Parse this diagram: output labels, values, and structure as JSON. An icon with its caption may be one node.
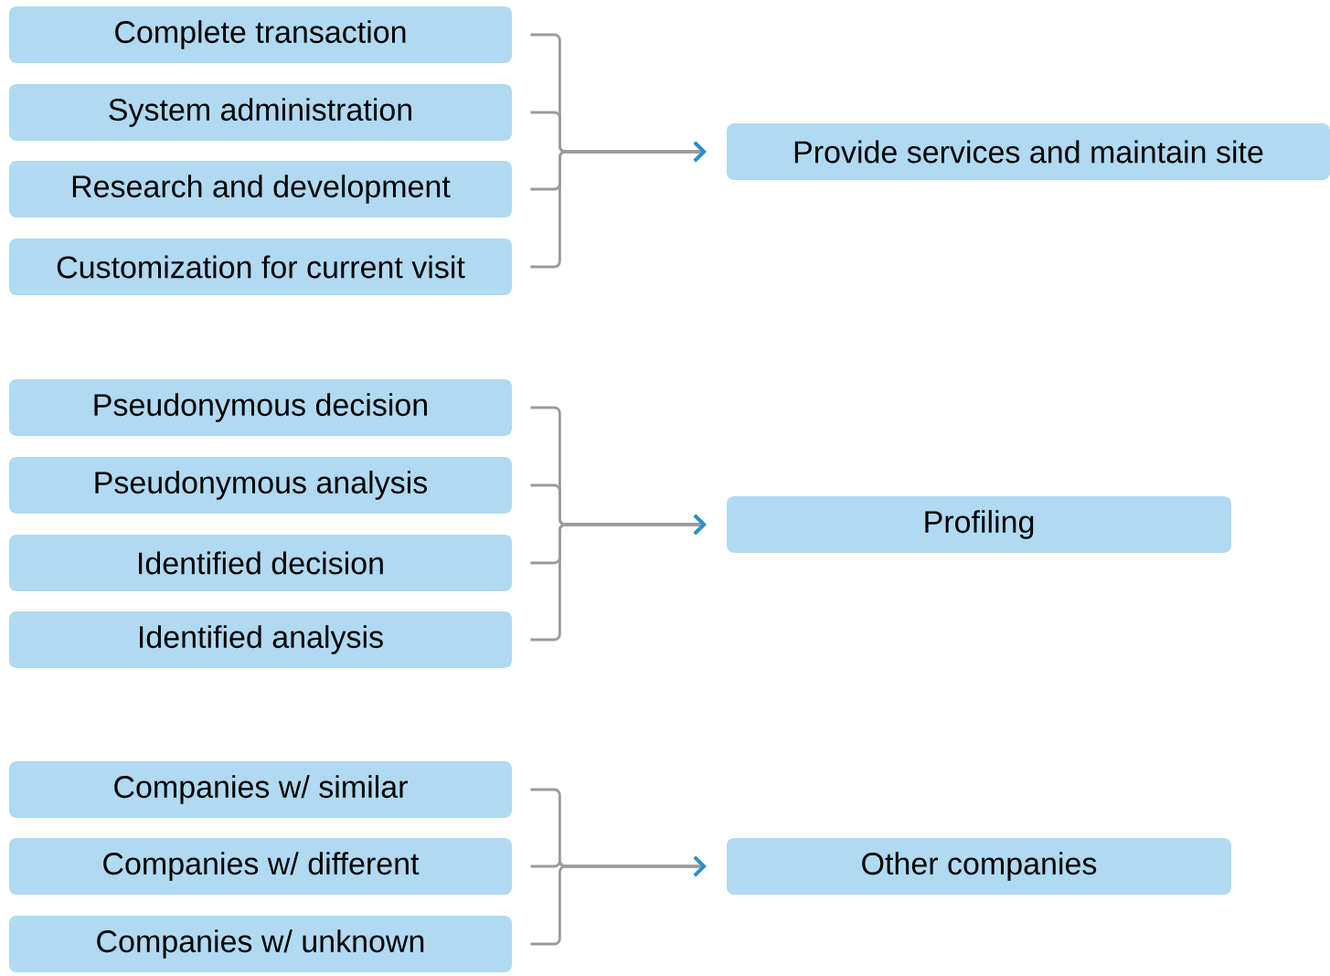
{
  "diagram": {
    "nodes": [
      {
        "text": [
          "Complete transaction"
        ]
      },
      {
        "text": [
          "System administration"
        ]
      },
      {
        "text": [
          "Research and development"
        ]
      },
      {
        "text": [
          "Customization for current visit"
        ]
      },
      {
        "text": [
          "Pseudonymous decision"
        ]
      },
      {
        "text": [
          "Pseudonymous analysis"
        ]
      },
      {
        "text": [
          "Identified decision"
        ]
      },
      {
        "text": [
          "Identified analysis"
        ]
      },
      {
        "text": [
          "Companies w/ similar"
        ]
      },
      {
        "text": [
          "Companies w/ different"
        ]
      },
      {
        "text": [
          "Companies w/ unknown"
        ]
      },
      {
        "text": [
          "Provide services and maintain site"
        ]
      },
      {
        "text": [
          "Profiling"
        ]
      },
      {
        "text": [
          "Other companies"
        ]
      }
    ],
    "edges": [
      {
        "from": 0,
        "to": 11,
        "arrow": "to"
      },
      {
        "from": 1,
        "to": 11,
        "arrow": "to"
      },
      {
        "from": 2,
        "to": 11,
        "arrow": "to"
      },
      {
        "from": 3,
        "to": 11,
        "arrow": "to"
      },
      {
        "from": 4,
        "to": 12,
        "arrow": "to"
      },
      {
        "from": 5,
        "to": 12,
        "arrow": "to"
      },
      {
        "from": 6,
        "to": 12,
        "arrow": "to"
      },
      {
        "from": 7,
        "to": 12,
        "arrow": "to"
      },
      {
        "from": 8,
        "to": 13,
        "arrow": "to"
      },
      {
        "from": 9,
        "to": 13,
        "arrow": "to"
      },
      {
        "from": 10,
        "to": 13,
        "arrow": "to"
      }
    ]
  }
}
